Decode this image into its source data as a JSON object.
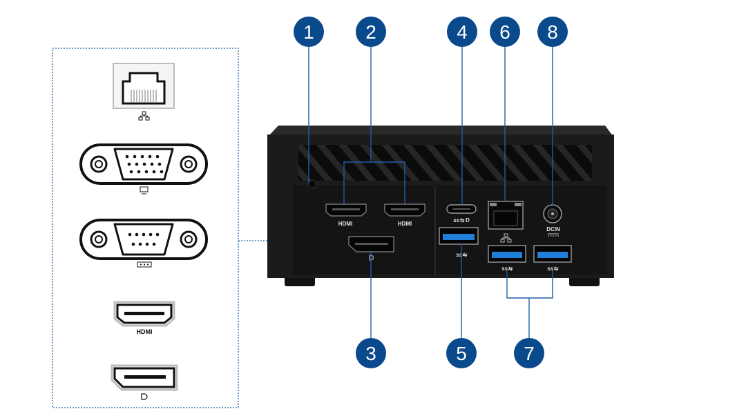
{
  "callouts": [
    {
      "number": "1"
    },
    {
      "number": "2"
    },
    {
      "number": "3"
    },
    {
      "number": "4"
    },
    {
      "number": "5"
    },
    {
      "number": "6"
    },
    {
      "number": "7"
    },
    {
      "number": "8"
    }
  ],
  "device_labels": {
    "hdmi_left": "HDMI",
    "hdmi_right": "HDMI",
    "dc_in": "DCIN"
  },
  "sidebar": {
    "hdmi_label": "HDMI"
  },
  "colors": {
    "badge": "#0a4a8c",
    "leader_line": "#1e5fa8",
    "usb_blue": "#1f7fd8",
    "chassis": "#1c1c1c"
  },
  "icons": [
    "ethernet-icon",
    "vga-icon",
    "serial-icon",
    "hdmi-icon",
    "displayport-icon"
  ]
}
